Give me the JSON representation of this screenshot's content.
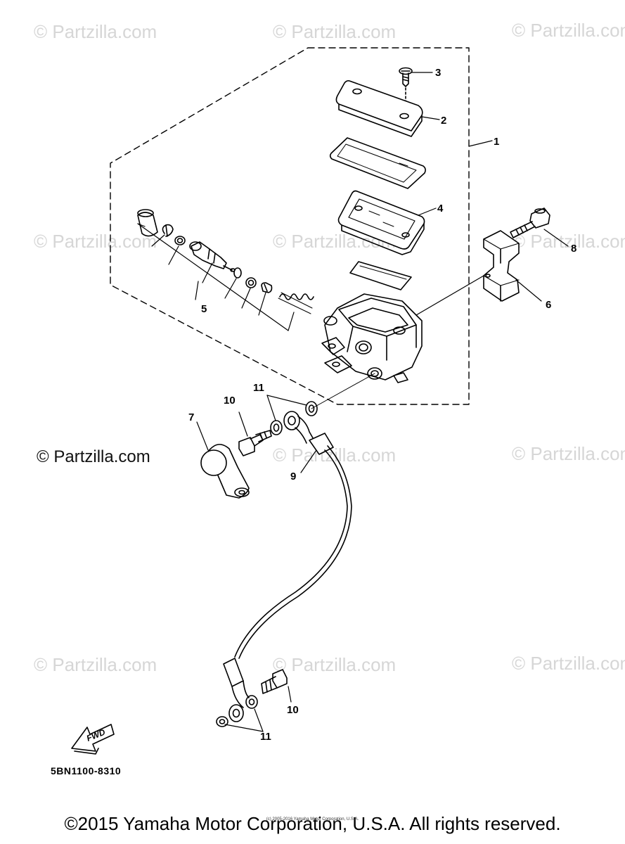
{
  "watermark": {
    "text": "© Partzilla.com"
  },
  "callouts": {
    "c1": "1",
    "c2": "2",
    "c3": "3",
    "c4": "4",
    "c5": "5",
    "c6": "6",
    "c7": "7",
    "c8": "8",
    "c9": "9",
    "c10a": "10",
    "c10b": "10",
    "c11a": "11",
    "c11b": "11"
  },
  "fwd_label": "FWD",
  "diagram_ref": "5BN1100-8310",
  "copyright": "©2015 Yamaha Motor Corporation, U.S.A. All rights reserved.",
  "fine_print": "(c) 2005-2016 Yamaha Motor Corporation, U.S.A."
}
